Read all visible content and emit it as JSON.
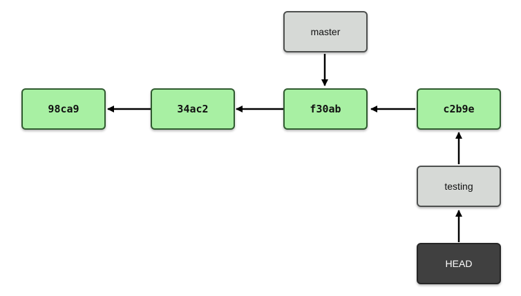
{
  "commits": [
    {
      "id": "98ca9"
    },
    {
      "id": "34ac2"
    },
    {
      "id": "f30ab"
    },
    {
      "id": "c2b9e"
    }
  ],
  "branches": {
    "master": "master",
    "testing": "testing"
  },
  "head": "HEAD",
  "colors": {
    "commit_fill": "#a8f0a3",
    "commit_border": "#2f5a2f",
    "branch_fill": "#d6d9d6",
    "branch_border": "#4d4f4e",
    "head_fill": "#404040",
    "arrow": "#000000"
  }
}
